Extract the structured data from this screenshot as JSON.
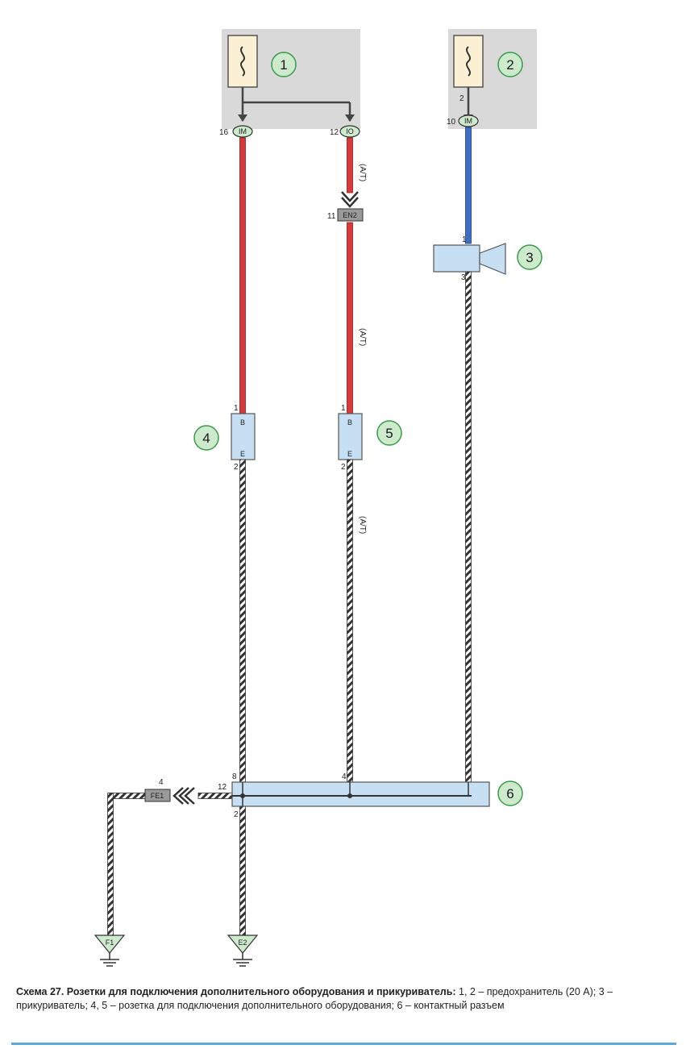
{
  "components": {
    "fuse1": {
      "number": "1"
    },
    "fuse2": {
      "number": "2"
    },
    "lighter": {
      "number": "3"
    },
    "socket4": {
      "number": "4"
    },
    "socket5": {
      "number": "5"
    },
    "connector6": {
      "number": "6"
    }
  },
  "connectors": {
    "im_left": {
      "pin": "16",
      "code": "IM"
    },
    "io": {
      "pin": "12",
      "code": "IO"
    },
    "im_right": {
      "pin": "10",
      "code": "IM"
    },
    "fuse2_pin": "2",
    "en2": {
      "pin": "11",
      "code": "EN2"
    },
    "fe1": {
      "pin": "4",
      "code": "FE1"
    }
  },
  "wire_notes": {
    "at_en2": "(A/T)",
    "mid_socket5_feed": "(A/T)",
    "socket5_ground": "(A/T)"
  },
  "pins": {
    "lighter_in": "1",
    "lighter_out": "3",
    "socket4_b": "1",
    "socket4_e": "2",
    "socket5_b": "1",
    "socket5_e": "2",
    "c6_left_top": "8",
    "c6_mid_top": "4",
    "c6_left_side": "12",
    "c6_left_bottom": "2"
  },
  "socket_terminals": {
    "b": "B",
    "e": "E"
  },
  "grounds": {
    "f1": "F1",
    "e2": "E2"
  },
  "caption": {
    "title": "Схема 27. Розетки для подключения дополнительного оборудования и прикуриватель:",
    "body": " 1, 2 – предохранитель (20 А); 3 – прикуриватель; 4, 5 – розетка для подключения дополнительного оборудования; 6 – контактный разъем"
  },
  "colors": {
    "panel": "#d9d9d9",
    "wire_red": "#d9393a",
    "wire_blue": "#3a6fc4",
    "component_fill": "#c6dff2",
    "callout_fill": "#cdeacd",
    "callout_stroke": "#3a9b4a",
    "ground_fill": "#cdeacd",
    "accent_rule": "#5aa9dc"
  }
}
